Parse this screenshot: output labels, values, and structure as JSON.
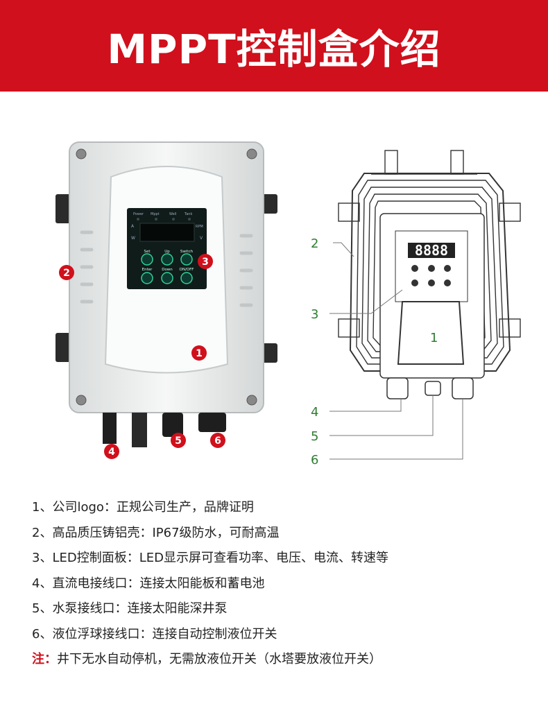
{
  "banner": {
    "title": "MPPT控制盒介绍"
  },
  "panel": {
    "indicators": [
      "Power",
      "Mppt",
      "Well",
      "Tank"
    ],
    "left_labels": [
      "A",
      "W"
    ],
    "right_labels": [
      "RPM",
      "V"
    ],
    "display": "",
    "buttons": [
      {
        "label": "Set"
      },
      {
        "label": "Up"
      },
      {
        "label": "Switch"
      },
      {
        "label": "Enter"
      },
      {
        "label": "Down"
      },
      {
        "label": "ON/OFF"
      }
    ]
  },
  "markers": [
    "1",
    "2",
    "3",
    "4",
    "5",
    "6"
  ],
  "diagram": {
    "display": "8888",
    "labels": [
      "1",
      "2",
      "3",
      "4",
      "5",
      "6"
    ]
  },
  "list": {
    "items": [
      "1、公司logo：正规公司生产，品牌证明",
      "2、高品质压铸铝壳：IP67级防水，可耐高温",
      "3、LED控制面板：LED显示屏可查看功率、电压、电流、转速等",
      "4、直流电接线口：连接太阳能板和蓄电池",
      "5、水泵接线口：连接太阳能深井泵",
      "6、液位浮球接线口：连接自动控制液位开关"
    ],
    "note_prefix": "注：",
    "note_text": "井下无水自动停机，无需放液位开关（水塔要放液位开关）"
  },
  "colors": {
    "accent": "#d0101c",
    "panel": "#101c1a",
    "led_green": "#2fd196",
    "label_green": "#2e7d32"
  }
}
